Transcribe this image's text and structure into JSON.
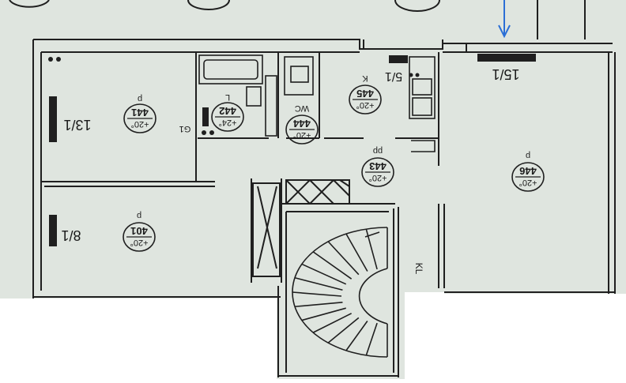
{
  "colors": {
    "paper": "#dfe5df",
    "ink": "#1f1f1f",
    "arrow": "#2b6fd6",
    "outside": "#ffffff"
  },
  "rooms": [
    {
      "number": "441",
      "type": "p",
      "temp": "+20°",
      "heating": "13/1"
    },
    {
      "number": "442",
      "type": "L",
      "temp": "+24°",
      "heating": "G1"
    },
    {
      "number": "444",
      "type": "WC",
      "temp": "+20°"
    },
    {
      "number": "445",
      "type": "K",
      "temp": "+20°",
      "heating": "5/1"
    },
    {
      "number": "443",
      "type": "pp",
      "temp": "+20°"
    },
    {
      "number": "446",
      "type": "p",
      "temp": "+20°",
      "heating": "15/1"
    },
    {
      "number": "401",
      "type": "p",
      "temp": "+20°",
      "heating": "8/1"
    }
  ],
  "stair_label": "KL"
}
